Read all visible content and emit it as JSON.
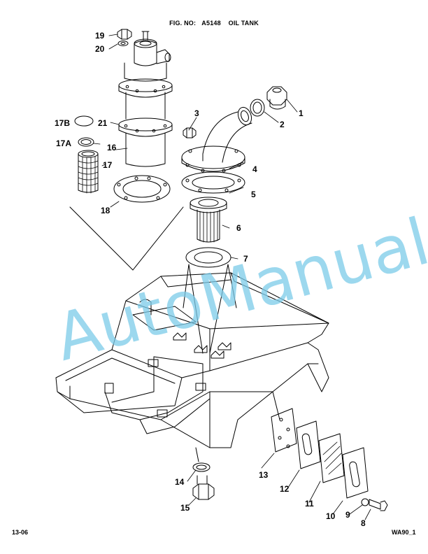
{
  "header": {
    "fig_no_label": "FIG. NO:",
    "fig_no": "A5148",
    "title": "OIL TANK"
  },
  "footer": {
    "page": "13-06",
    "code": "WA90_1"
  },
  "watermark": "AutoManual",
  "colors": {
    "watermark": "#7ccbe9",
    "line": "#000000"
  },
  "callouts": [
    "19",
    "20",
    "17B",
    "21",
    "17A",
    "16",
    "17",
    "18",
    "3",
    "1",
    "2",
    "4",
    "5",
    "6",
    "7",
    "14",
    "15",
    "13",
    "12",
    "11",
    "10",
    "9",
    "8"
  ]
}
